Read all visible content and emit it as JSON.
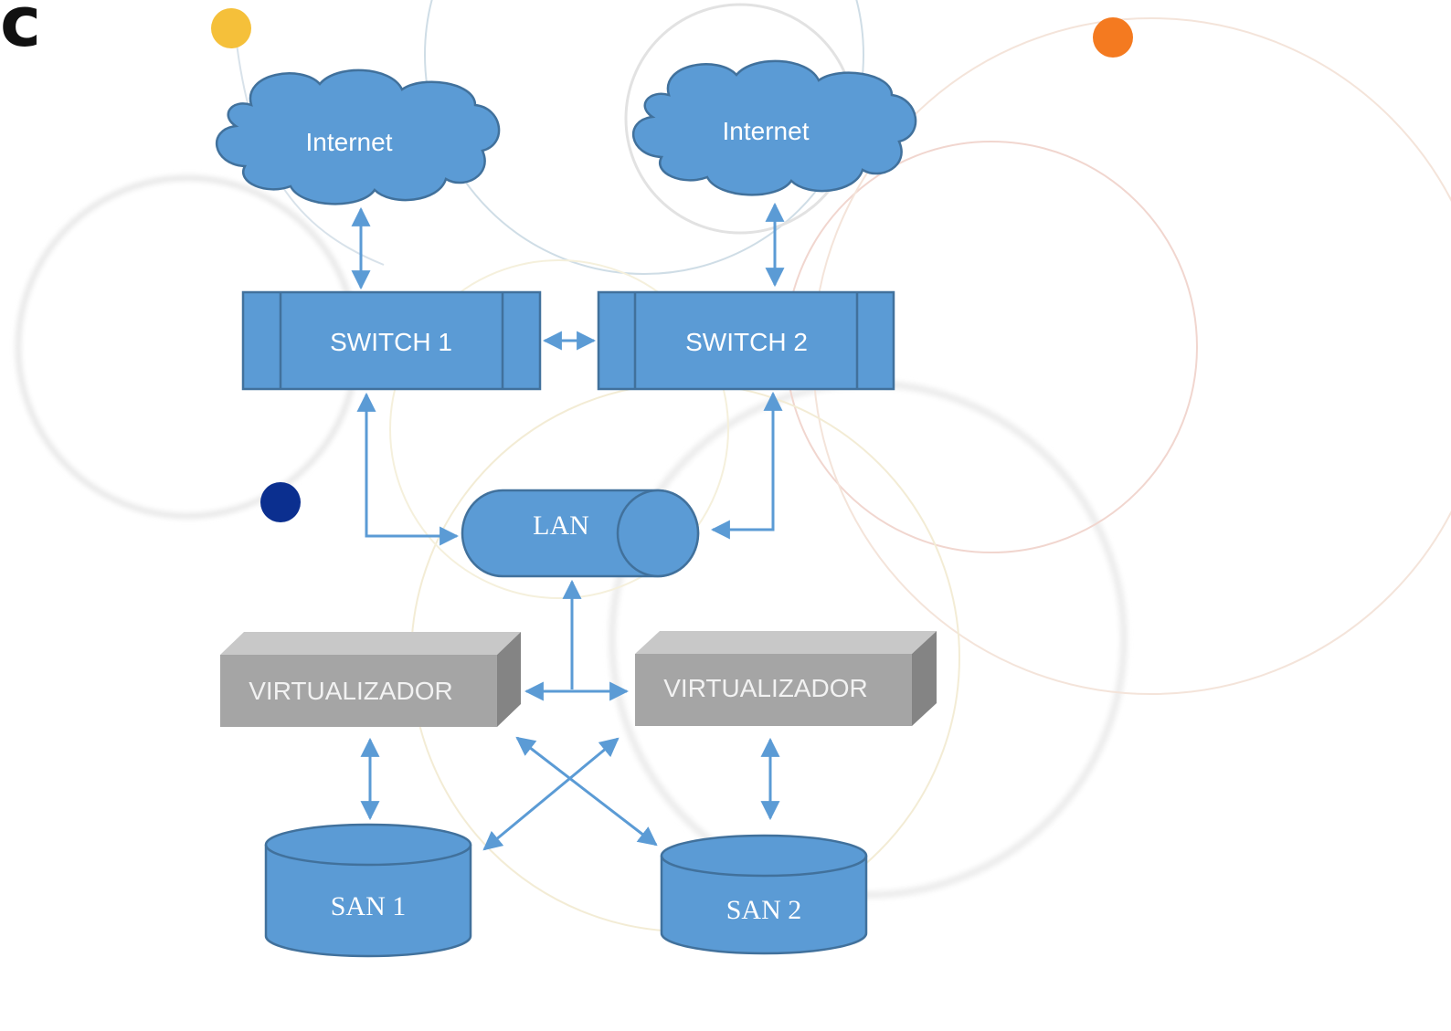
{
  "corner_text": "c",
  "colors": {
    "node_fill": "#5B9BD5",
    "node_stroke": "#41719C",
    "arrow": "#5B9BD5",
    "virtualizer_front": "#A5A5A5",
    "virtualizer_top": "#C8C8C8",
    "virtualizer_side": "#848484",
    "virtualizer_text": "#F2F2F2",
    "dot_yellow": "#F5C03A",
    "dot_orange": "#F47A20",
    "dot_navy": "#0B2F8F"
  },
  "nodes": {
    "internet1": {
      "label": "Internet",
      "icon": "cloud"
    },
    "internet2": {
      "label": "Internet",
      "icon": "cloud"
    },
    "switch1": {
      "label": "SWITCH 1"
    },
    "switch2": {
      "label": "SWITCH 2"
    },
    "lan": {
      "label": "LAN",
      "icon": "horizontal-cylinder"
    },
    "virtualizer1": {
      "label": "VIRTUALIZADOR",
      "icon": "3d-box"
    },
    "virtualizer2": {
      "label": "VIRTUALIZADOR",
      "icon": "3d-box"
    },
    "san1": {
      "label": "SAN 1",
      "icon": "database-cylinder"
    },
    "san2": {
      "label": "SAN 2",
      "icon": "database-cylinder"
    }
  }
}
